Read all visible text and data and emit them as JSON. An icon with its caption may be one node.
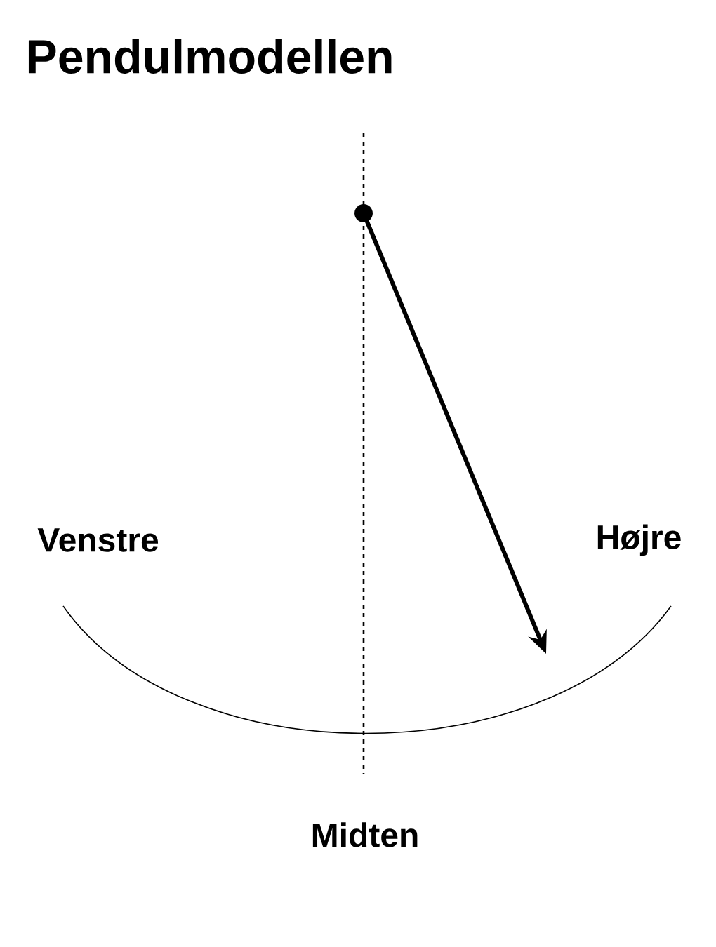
{
  "diagram": {
    "title": "Pendulmodellen",
    "labels": [
      "Venstre",
      "Højre",
      "Midten"
    ]
  }
}
